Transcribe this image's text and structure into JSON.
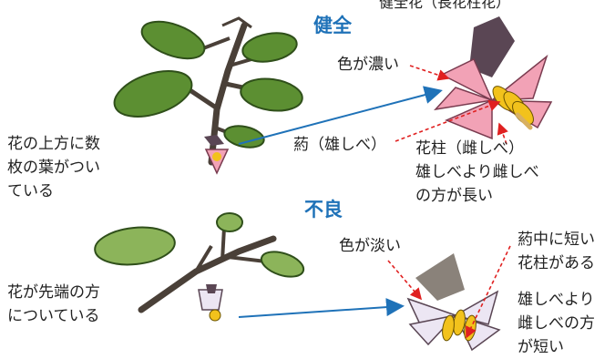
{
  "healthy": {
    "heading": "健全",
    "flower_caption": "健全花（長花柱花）",
    "leaf_note": "花の上方に数\n枚の葉がつい\nている",
    "color_label": "色が濃い",
    "anther_label": "葯（雄しべ）",
    "style_label": "花柱（雌しべ）\n雄しべより雌しべ\nの方が長い"
  },
  "poor": {
    "heading": "不良",
    "color_label": "色が淡い",
    "position_note": "花が先端の方\nについている",
    "short_style_label": "葯中に短い\n花柱がある",
    "comparison_note": "雄しべより\n雌しべの方\nが短い"
  },
  "colors": {
    "heading": "#1f72b8",
    "arrow_blue": "#1f72b8",
    "dash_red": "#e02020",
    "leaf_green": "#5c8f32",
    "healthy_petal": "#f2a2b6",
    "poor_petal": "#ece6f3",
    "anther_yellow": "#f2c21c",
    "calyx_purple": "#5a4654"
  }
}
